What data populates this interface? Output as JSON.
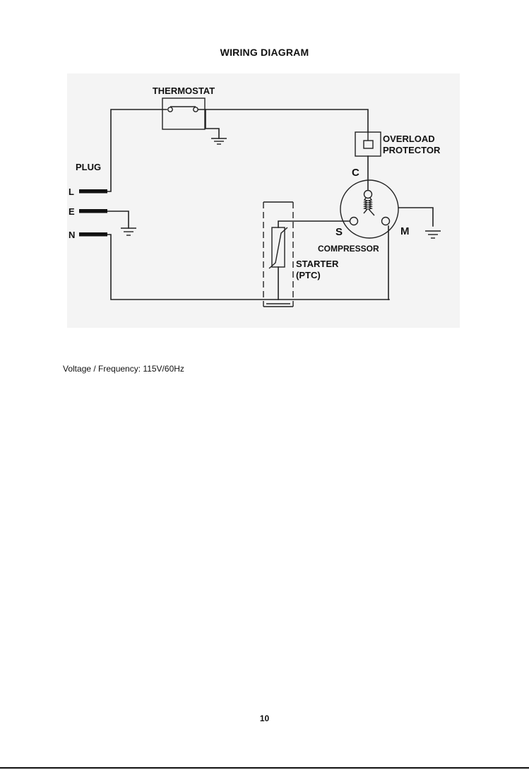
{
  "page": {
    "title": "WIRING DIAGRAM",
    "page_number": "10"
  },
  "diagram": {
    "labels": {
      "thermostat": "THERMOSTAT",
      "overload_line1": "OVERLOAD",
      "overload_line2": "PROTECTOR",
      "plug": "PLUG",
      "terminal_l": "L",
      "terminal_e": "E",
      "terminal_n": "N",
      "compressor_c": "C",
      "compressor_s": "S",
      "compressor_m": "M",
      "compressor": "COMPRESSOR",
      "starter_line1": "STARTER",
      "starter_line2": "(PTC)"
    }
  },
  "specs": {
    "label": "Voltage / Frequency:",
    "value": "115V/60Hz"
  }
}
